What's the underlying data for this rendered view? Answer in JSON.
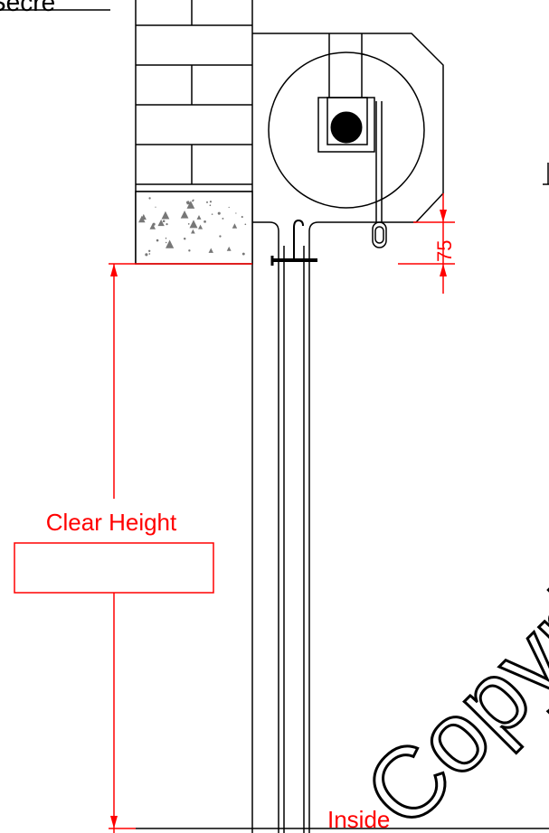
{
  "colors": {
    "line": "#000000",
    "dimension": "#ff0000",
    "background": "#ffffff",
    "concrete_speck": "#777777"
  },
  "section_title": "Secre",
  "dimensions": {
    "clear_height_label": "Clear Height",
    "clear_height_value": "",
    "box_offset_value": "75"
  },
  "labels": {
    "inside": "Inside"
  },
  "watermark": "Copyrig"
}
